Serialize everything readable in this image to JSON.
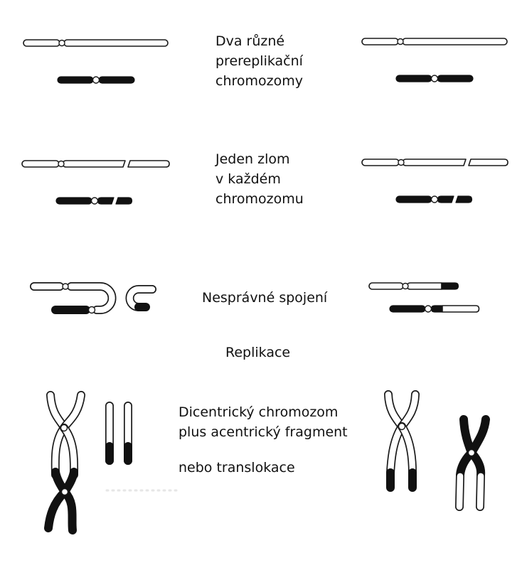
{
  "labels": {
    "step1_line1": "Dva různé",
    "step1_line2": "prereplikační",
    "step1_line3": "chromozomy",
    "step2_line1": "Jeden zlom",
    "step2_line2": "v každém",
    "step2_line3": "chromozomu",
    "step3": "Nesprávné spojení",
    "step4": "Replikace",
    "step5_line1": "Dicentrický chromozom",
    "step5_line2": "plus acentrický fragment",
    "step5_line3": "nebo translokace"
  },
  "colors": {
    "outline": "#1a1a1a",
    "dark_segment": "#111111",
    "light_segment": "#ffffff",
    "background": "#ffffff"
  }
}
